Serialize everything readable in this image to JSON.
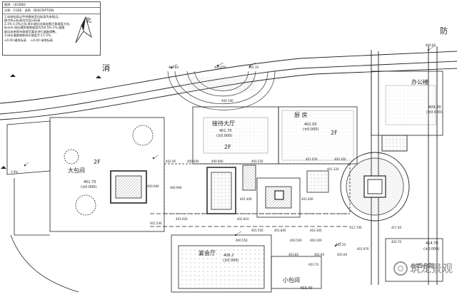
{
  "legend": {
    "title_label": "图例",
    "title_code": "LEGEND",
    "col_note": "注释",
    "col_code": "CODE",
    "col_desc": "说明",
    "col_desc_en": "DESCRIPTION",
    "notes": [
      "1.场地标高以甲供建筑室内标高为参照点。",
      "图中所示标高均为设计标高",
      "2.3%-1.0%之间,排水坡向边缘处需注意坡度方向,",
      "标示外,场区硬质铺装坡度均为0.5%-1%,道路",
      "坡口处参照市政规范要求进行道路调整。",
      "3.排水道路铺装排水坡度大于1.0%。"
    ],
    "symbol_1": "±0.00 硬质标高",
    "symbol_2": "±0.00 绿地标高"
  },
  "north_label": "北",
  "rooms": {
    "reception": "接待大厅",
    "reception_elev": "401.70",
    "reception_zero": "(±0.000)",
    "reception_floor": "2F",
    "kitchen": "厨 房",
    "kitchen_elev": "402.00",
    "kitchen_zero": "(±0.000)",
    "kitchen_floor": "2F",
    "private_room": "大包间",
    "private_elev": "401.70",
    "private_zero": "(±0.000)",
    "private_floor": "2F",
    "banquet": "宴会厅",
    "banquet_elev": "406.2",
    "banquet_zero": "(±0.000)",
    "office": "办公楼",
    "office_elev": "409.80",
    "office_zero": "(±0.000)",
    "courtyard": "小四合院",
    "courtyard_elev": "414.70",
    "courtyard_zero": "(±0.000)",
    "small_room": "小包间",
    "small_elev": "403.40"
  },
  "road_labels": [
    "消",
    "防"
  ],
  "spot_elevations": [
    "400.60",
    "400.80",
    "400.050",
    "402.10",
    "400.100",
    "402.40",
    "400.400",
    "400.900",
    "400.250",
    "401.050",
    "400.300",
    "401.320",
    "400.090",
    "400.990",
    "401.400",
    "401.400",
    "401.540",
    "402.020",
    "402.810",
    "401.550",
    "401.800",
    "402.300",
    "412.700",
    "417.40",
    "400.550",
    "400.500",
    "400.300",
    "402.50",
    "401.970",
    "402.70",
    "403.80",
    "402.60",
    "403.00",
    "403.70"
  ],
  "slope": "3.0%",
  "watermark": "筑龙景观"
}
